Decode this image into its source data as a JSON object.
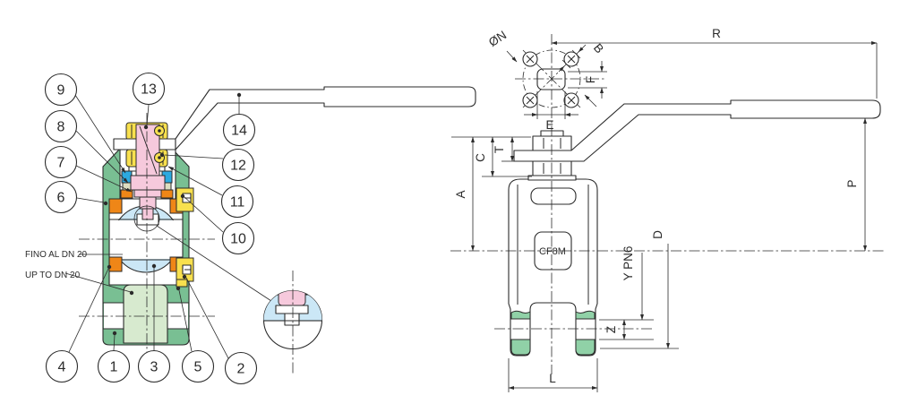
{
  "colors": {
    "ink": "#2b2b2b",
    "body_green": "#79BF93",
    "insert_green": "#D7EACF",
    "seat_green": "#90D1A7",
    "ball_blue": "#CBE7F6",
    "orange": "#EF8617",
    "yellow": "#F8E04E",
    "pink": "#F6C9DC",
    "seal_blue": "#2CA9E0",
    "beige": "#DCDDC1"
  },
  "left_view": {
    "callouts": [
      "1",
      "2",
      "3",
      "4",
      "5",
      "6",
      "7",
      "8",
      "9",
      "10",
      "11",
      "12",
      "13",
      "14"
    ],
    "notes": {
      "line1": "FINO AL DN 20",
      "line2": "UP TO DN 20"
    }
  },
  "right_view": {
    "material_label": "CF8M",
    "dims": {
      "R": "R",
      "N": "ØN",
      "B": "B",
      "F": "F",
      "E": "E",
      "T": "T",
      "C": "C",
      "A": "A",
      "P": "P",
      "D": "D",
      "Y": "Y PN6",
      "Z": "Z",
      "L": "L"
    }
  }
}
